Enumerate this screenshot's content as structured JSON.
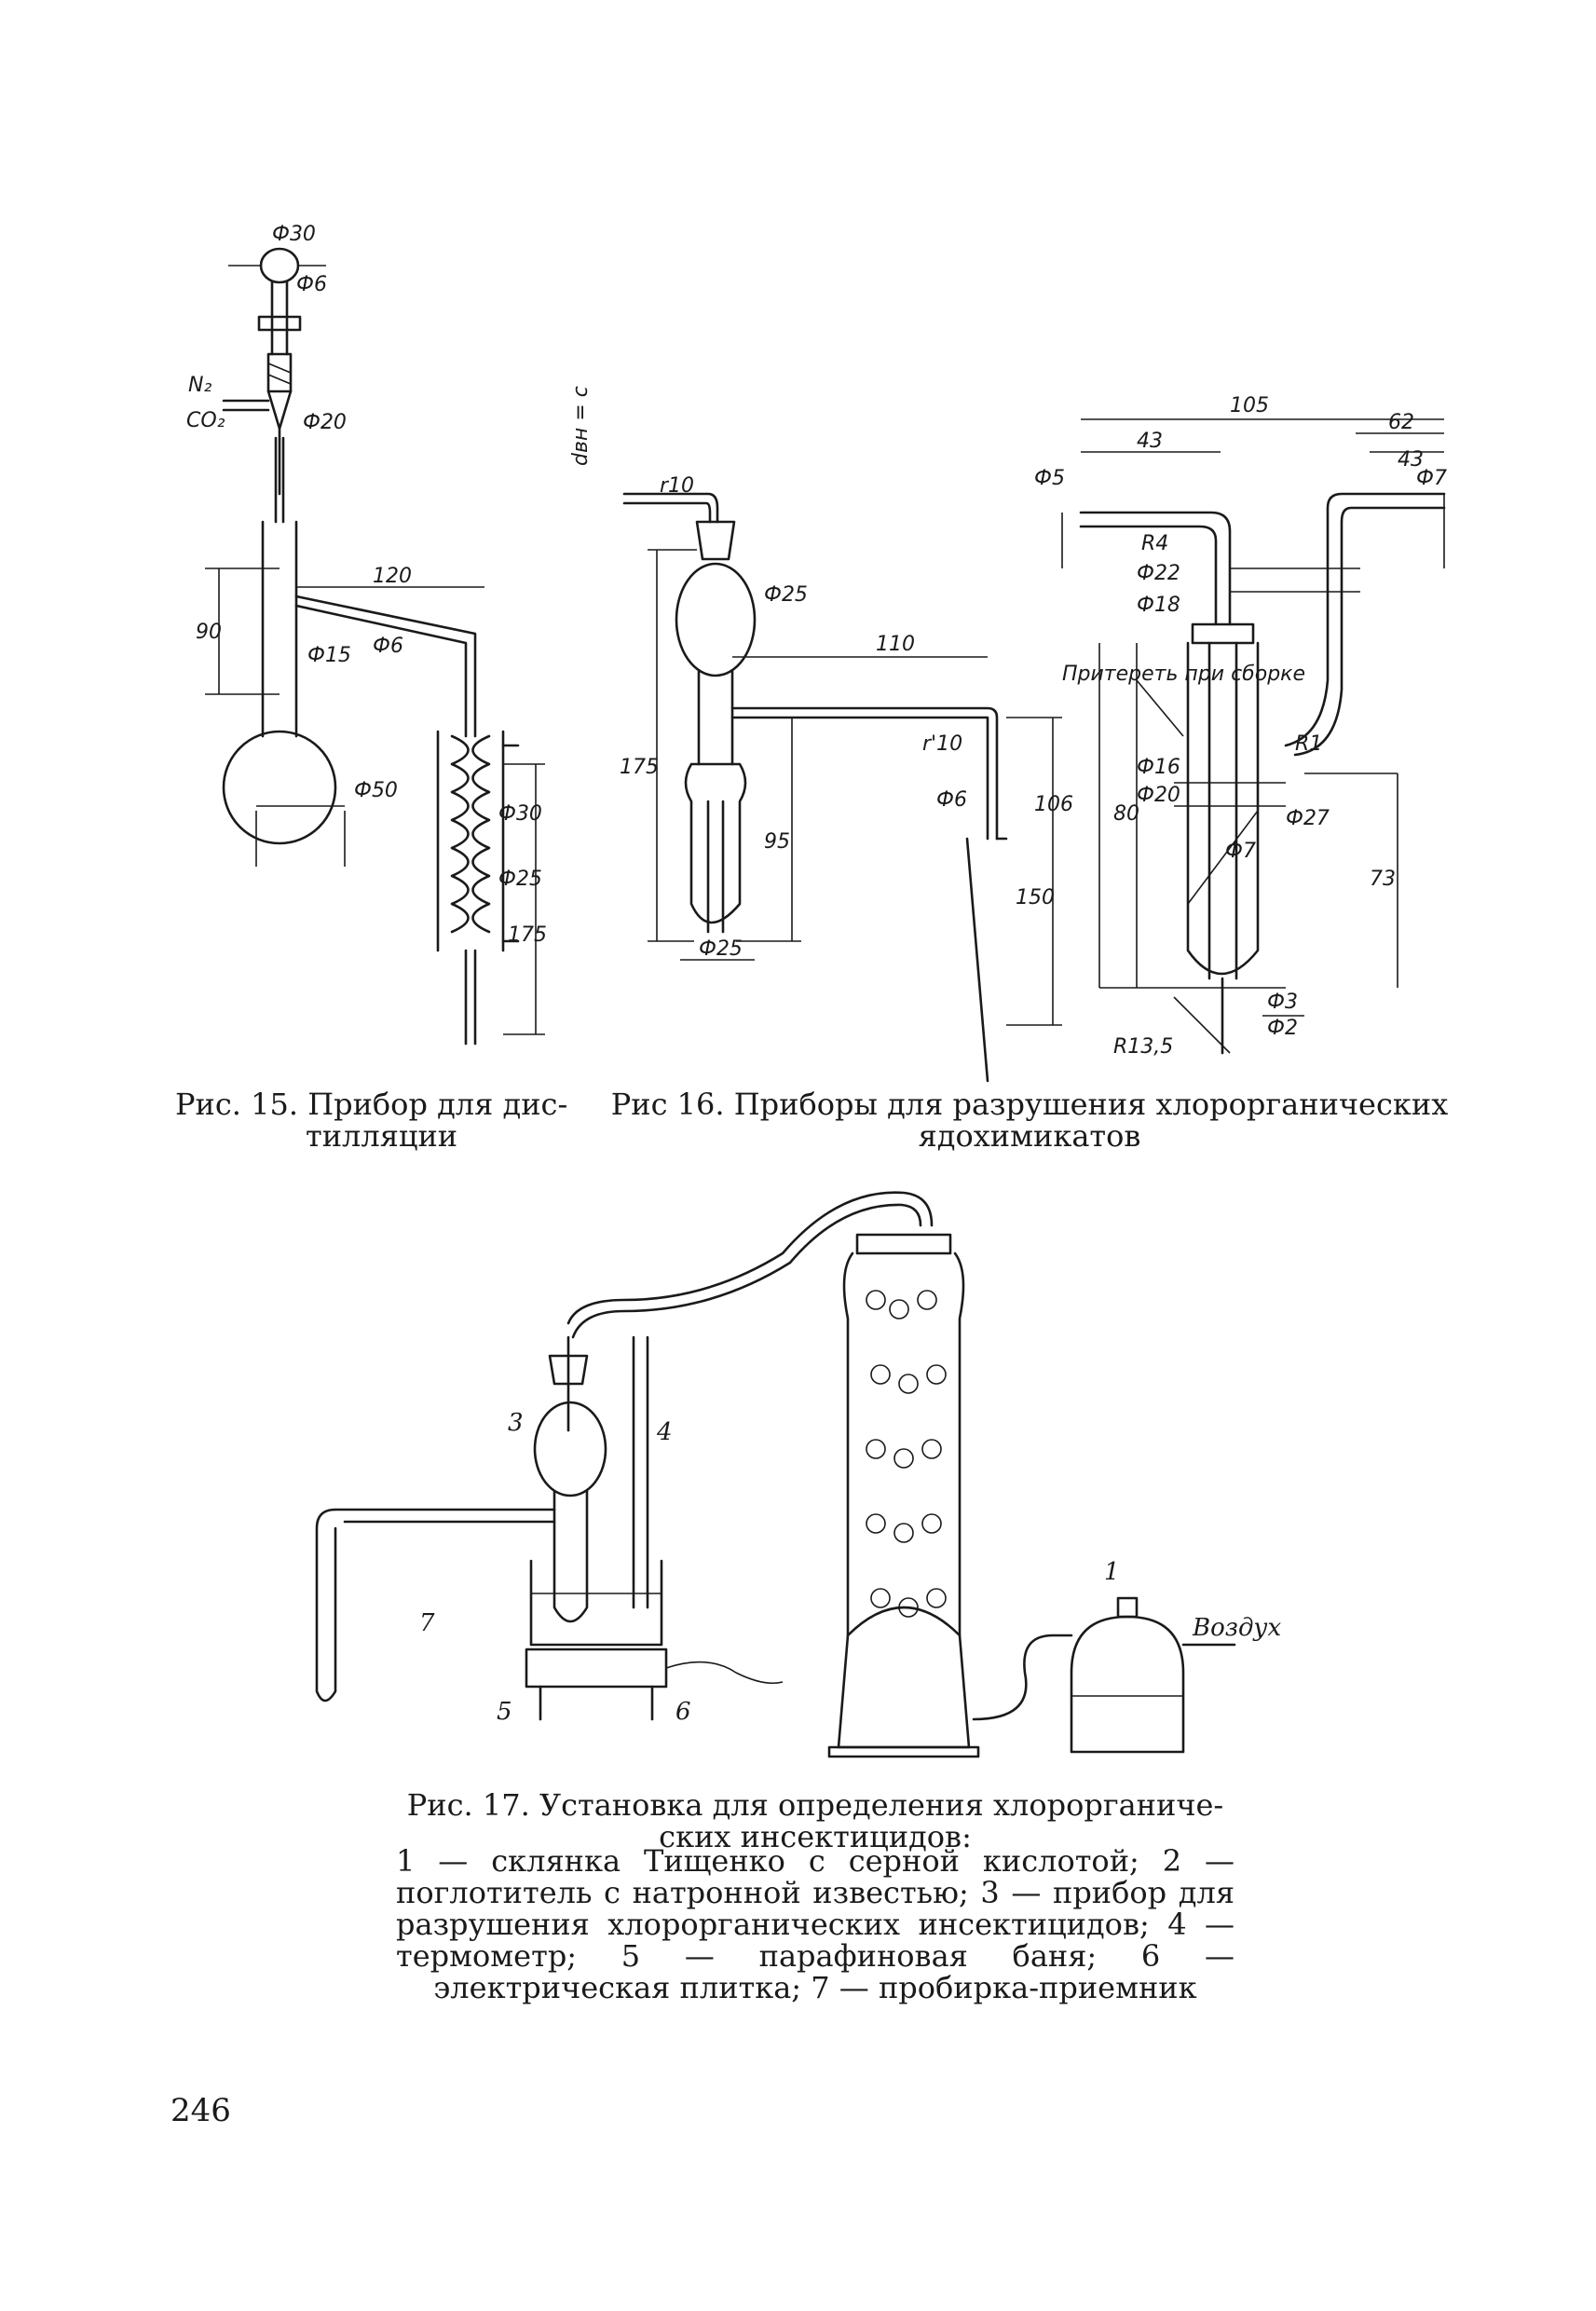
{
  "fig15": {
    "caption_line1": "Рис. 15. Прибор для дис-",
    "caption_line2": "тилляции",
    "labels": {
      "d30": "Ф30",
      "d6": "Ф6",
      "n2": "N₂",
      "co2": "CO₂",
      "d20": "Ф20",
      "l120": "120",
      "l90": "90",
      "d15": "Ф15",
      "d6b": "Ф6",
      "d50": "Ф50",
      "d30b": "Ф30",
      "d25": "Ф25",
      "l175": "175"
    }
  },
  "fig16": {
    "caption_line1": "Рис 16. Приборы для разрушения хлорорганических",
    "caption_line2": "ядохимикатов",
    "labels": {
      "dbn": "dвн = с",
      "r10": "r10",
      "d25": "Ф25",
      "l110": "110",
      "r10b": "r'10",
      "l175": "175",
      "l95": "95",
      "d6": "Ф6",
      "l150": "150",
      "l106": "106",
      "d25b": "Ф25",
      "l105": "105",
      "l62": "62",
      "l43a": "43",
      "l43b": "43",
      "d5": "Ф5",
      "d7": "Ф7",
      "r4": "R4",
      "d22": "Ф22",
      "d18": "Ф18",
      "note": "Притереть при сборке",
      "d16": "Ф16",
      "d20": "Ф20",
      "r1": "R1",
      "d27": "Ф27",
      "d7b": "Ф7",
      "l80": "80",
      "l73": "73",
      "r135": "R13,5",
      "d3": "Ф3",
      "d2": "Ф2"
    }
  },
  "fig17": {
    "caption_line1": "Рис. 17. Установка для определения хлорорганиче-",
    "caption_line2": "ских инсектицидов:",
    "legend": "1 — склянка Тищенко с серной кислотой; 2 — поглотитель с натронной известью; 3 — прибор для разрушения хлорорганических инсектицидов; 4 — термометр; 5 — парафиновая баня; 6 — электрическая плитка; 7 — пробирка-приемник",
    "labels": {
      "n1": "1",
      "n3": "3",
      "n4": "4",
      "n5": "5",
      "n6": "6",
      "n7": "7",
      "air": "Воздух"
    }
  },
  "page_number": "246"
}
